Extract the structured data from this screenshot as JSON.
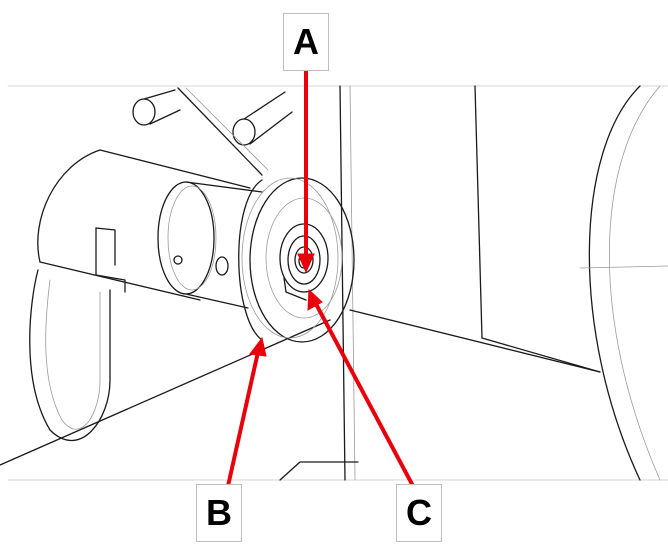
{
  "callouts": [
    {
      "id": "A",
      "label": "A"
    },
    {
      "id": "B",
      "label": "B"
    },
    {
      "id": "C",
      "label": "C"
    }
  ],
  "colors": {
    "arrow": "#e8000b",
    "line": "#1a1a1a",
    "thin_line": "#9a9a9a",
    "background": "#ffffff"
  }
}
